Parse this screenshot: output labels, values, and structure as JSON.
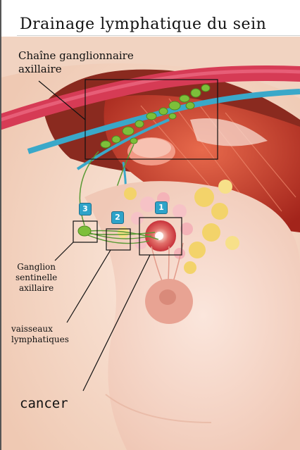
{
  "title": "Drainage lymphatique du sein",
  "labels": {
    "axillary_chain": [
      "Chaîne ganglionnaire",
      "axillaire"
    ],
    "sentinel_node": [
      "Ganglion",
      "sentinelle",
      "axillaire"
    ],
    "lymph_vessels": [
      "vaisseaux",
      "lymphatiques"
    ],
    "cancer": "cancer"
  },
  "badges": [
    "1",
    "2",
    "3"
  ],
  "colors": {
    "skin": "#f6dccb",
    "muscle": "#d9412e",
    "artery": "#d63b55",
    "vein": "#3aa8c9",
    "lymph_node": "#7dbf3a",
    "fat": "#f3d36a",
    "nipple": "#e8a393",
    "badge": "#2ea3c9"
  }
}
